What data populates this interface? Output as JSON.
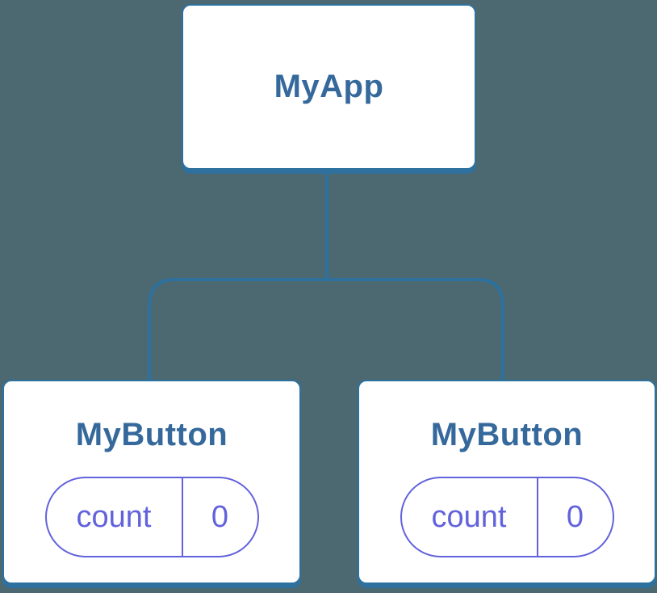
{
  "diagram": {
    "root": {
      "label": "MyApp"
    },
    "children": [
      {
        "label": "MyButton",
        "state": {
          "key": "count",
          "value": "0"
        }
      },
      {
        "label": "MyButton",
        "state": {
          "key": "count",
          "value": "0"
        }
      }
    ]
  },
  "colors": {
    "bg": "#4C6972",
    "node-border": "#2E719F",
    "node-fill": "#FFFFFF",
    "node-title": "#35699C",
    "connector": "#2E719F",
    "state-accent": "#6262DC"
  }
}
